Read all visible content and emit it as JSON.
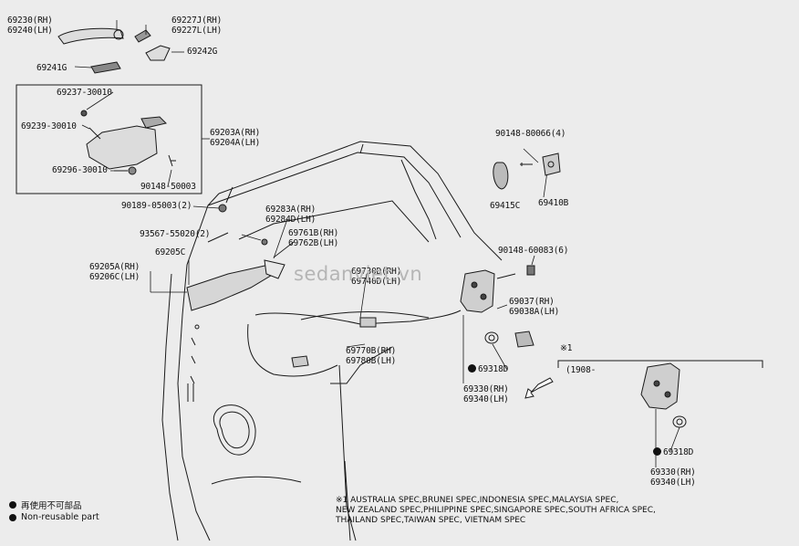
{
  "diagram": {
    "watermark": "sedanviet.vn",
    "callouts": {
      "handle": [
        "69230(RH)",
        "69240(LH)"
      ],
      "pad": [
        "69227J(RH)",
        "69227L(LH)"
      ],
      "p69241g": "69241G",
      "p69242g": "69242G",
      "p69237": "69237-30010",
      "p69239": "69239-30010",
      "p69296": "69296-30010",
      "p90148_50003": "90148-50003",
      "frame": [
        "69203A(RH)",
        "69204A(LH)"
      ],
      "p90148_80066": "90148-80066(4)",
      "p69415c": "69415C",
      "p69410b": "69410B",
      "p90189": "90189-05003(2)",
      "p93567": "93567-55020(2)",
      "inner_cover": [
        "69283A(RH)",
        "69284D(LH)"
      ],
      "cable_a": [
        "69761B(RH)",
        "69762B(LH)"
      ],
      "p69205c": "69205C",
      "inside_handle": [
        "69205A(RH)",
        "69206C(LH)"
      ],
      "p90148_60083": "90148-60083(6)",
      "lock_cable": [
        "69730D(RH)",
        "69740D(LH)"
      ],
      "lock_cover": [
        "69037(RH)",
        "69038A(LH)"
      ],
      "cable_b": [
        "69770B(RH)",
        "69780B(LH)"
      ],
      "p69318d": "69318D",
      "lock": [
        "69330(RH)",
        "69340(LH)"
      ],
      "spec_mark": "※1",
      "spec_date": "(1908-",
      "p69318d_alt": "69318D",
      "lock_alt": [
        "69330(RH)",
        "69340(LH)"
      ]
    },
    "legend": {
      "jp": "再使用不可部品",
      "en": "Non-reusable part"
    },
    "footnote": [
      "※1 AUSTRALIA SPEC,BRUNEI SPEC,INDONESIA SPEC,MALAYSIA SPEC,",
      "NEW ZEALAND SPEC,PHILIPPINE SPEC,SINGAPORE SPEC,SOUTH AFRICA SPEC,",
      "THAILAND SPEC,TAIWAN SPEC, VIETNAM SPEC"
    ]
  }
}
